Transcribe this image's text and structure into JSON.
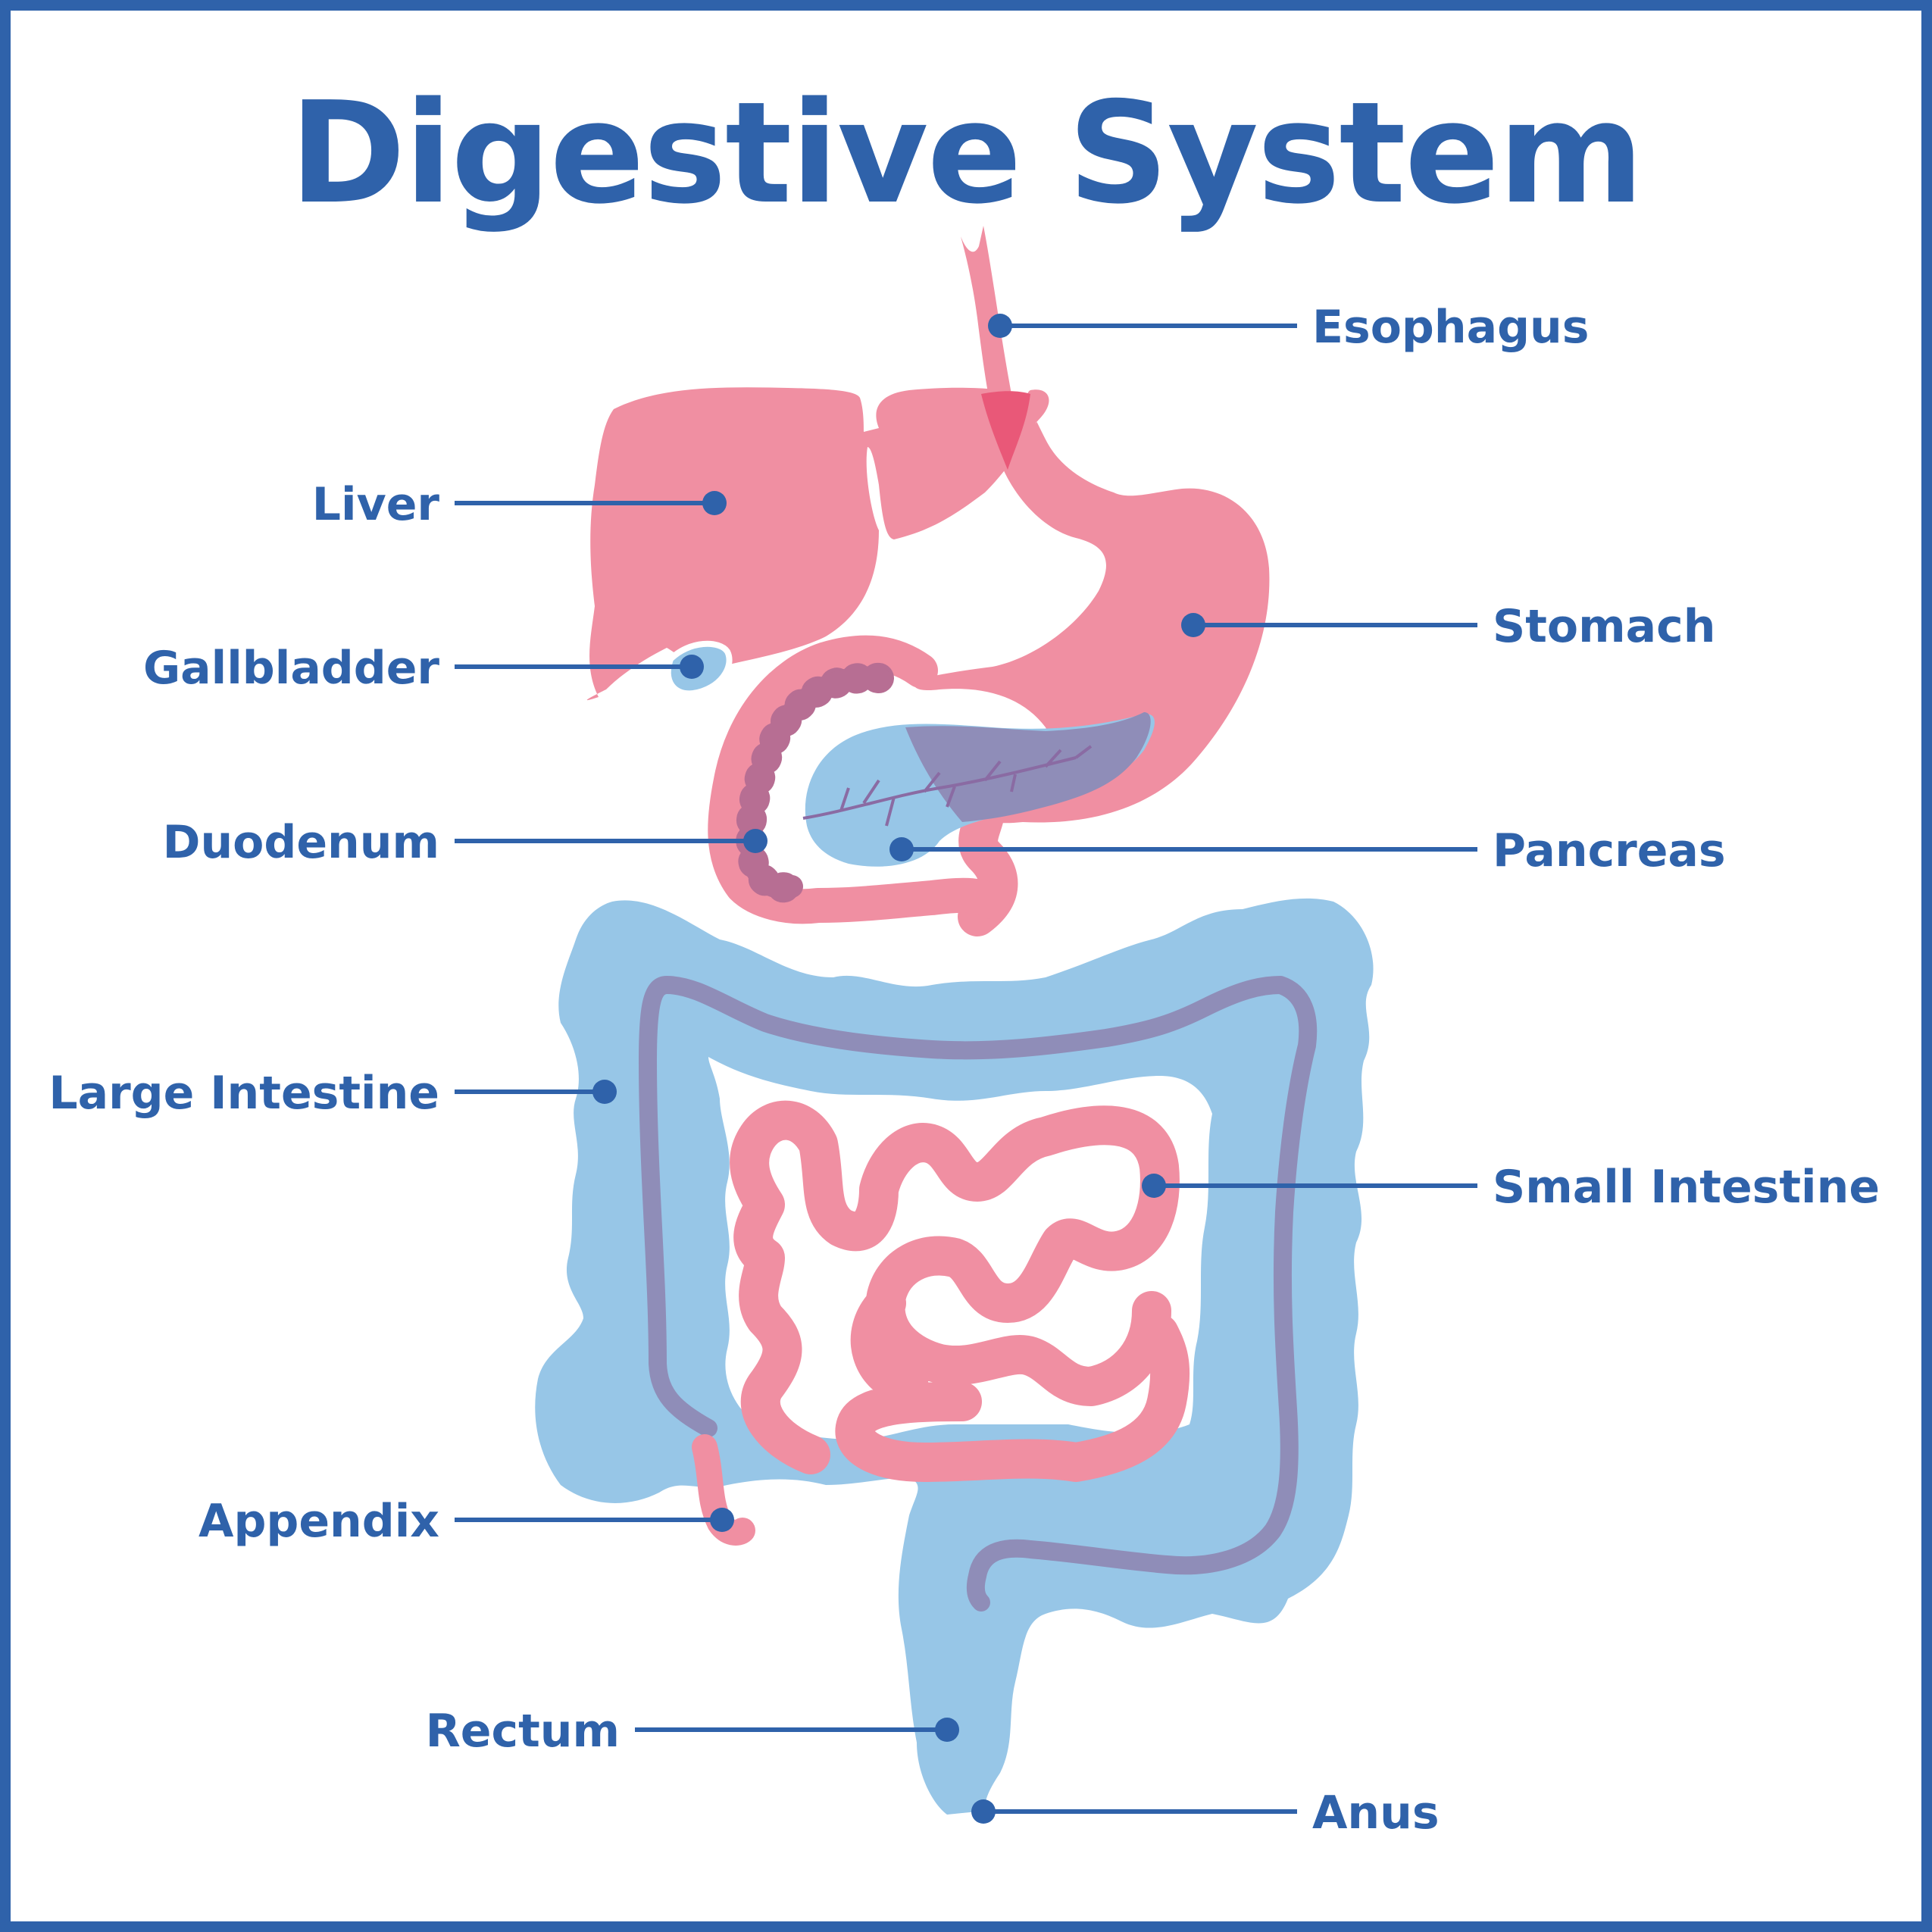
{
  "title": "Digestive System",
  "colors": {
    "accent": "#2f62aa",
    "organ_pink": "#f08fa2",
    "organ_blue": "#97c6e7",
    "overlap_purple": "#8f8db8"
  },
  "labels": {
    "esophagus": "Esophagus",
    "liver": "Liver",
    "stomach": "Stomach",
    "gallbladder": "Gallbladder",
    "duodenum": "Duodenum",
    "pancreas": "Pancreas",
    "large_intestine": "Large Intestine",
    "small_intestine": "Small Intestine",
    "appendix": "Appendix",
    "rectum": "Rectum",
    "anus": "Anus"
  }
}
